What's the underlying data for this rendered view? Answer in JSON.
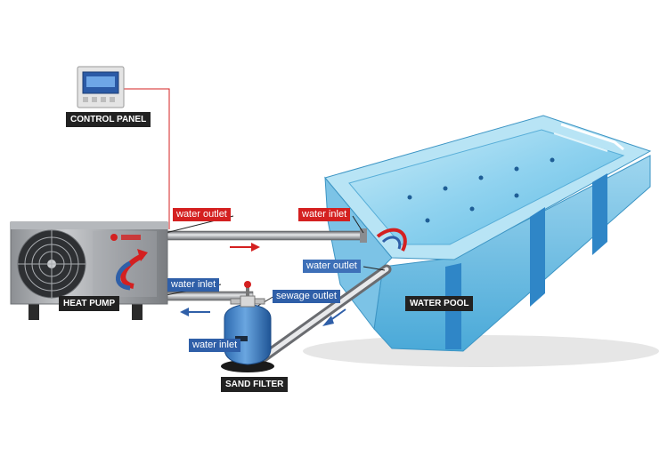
{
  "labels": {
    "control_panel": "CONTROL PANEL",
    "heat_pump": "HEAT PUMP",
    "water_pool": "WATER POOL",
    "sand_filter": "SAND FILTER",
    "hp_water_outlet": "water outlet",
    "pool_water_inlet": "water inlet",
    "pool_water_outlet": "water outlet",
    "hp_water_inlet": "water inlet",
    "sewage_outlet": "sewage outlet",
    "filter_water_inlet": "water inlet"
  },
  "colors": {
    "hot_pipe_arrow": "#d42020",
    "cold_pipe_arrow": "#2f5fa8",
    "wire": "#d42020",
    "pool_water": "#6ec1e6",
    "label_black": "#222222"
  }
}
